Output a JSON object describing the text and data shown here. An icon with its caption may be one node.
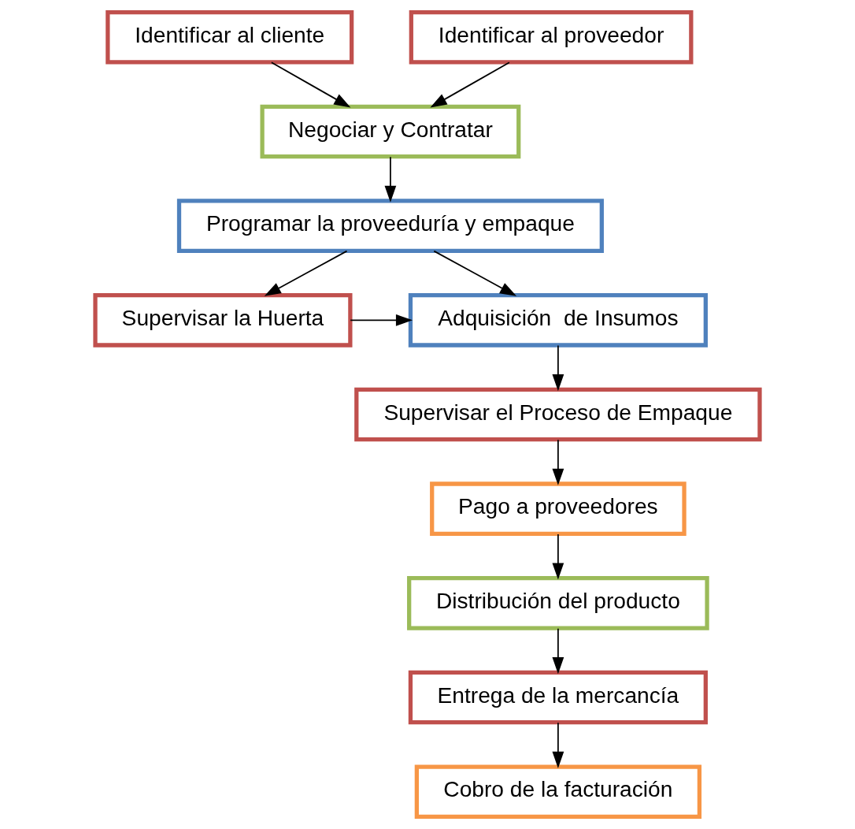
{
  "diagram": {
    "nodes": [
      {
        "text": [
          "Identificar al cliente"
        ]
      },
      {
        "text": [
          "Identificar al proveedor"
        ]
      },
      {
        "text": [
          "Negociar y Contratar"
        ]
      },
      {
        "text": [
          "Programar la proveeduría y empaque"
        ]
      },
      {
        "text": [
          "Adquisición  de Insumos"
        ]
      },
      {
        "text": [
          "Supervisar la Huerta"
        ]
      },
      {
        "text": [
          "Supervisar el Proceso de Empaque"
        ]
      },
      {
        "text": [
          "Pago a proveedores"
        ]
      },
      {
        "text": [
          "Distribución del producto"
        ]
      },
      {
        "text": [
          "Entrega de la mercancía"
        ]
      },
      {
        "text": [
          "Cobro de la facturación"
        ]
      }
    ],
    "edges": [
      {
        "from": 0,
        "to": 2,
        "arrow": "to"
      },
      {
        "from": 1,
        "to": 2,
        "arrow": "to"
      },
      {
        "from": 2,
        "to": 3,
        "arrow": "to"
      },
      {
        "from": 3,
        "to": 4,
        "arrow": "to"
      },
      {
        "from": 3,
        "to": 5,
        "arrow": "to"
      },
      {
        "from": 5,
        "to": 4,
        "arrow": "to"
      },
      {
        "from": 4,
        "to": 6,
        "arrow": "to"
      },
      {
        "from": 6,
        "to": 7,
        "arrow": "to"
      },
      {
        "from": 7,
        "to": 8,
        "arrow": "to"
      },
      {
        "from": 8,
        "to": 9,
        "arrow": "to"
      },
      {
        "from": 9,
        "to": 10,
        "arrow": "to"
      }
    ]
  }
}
